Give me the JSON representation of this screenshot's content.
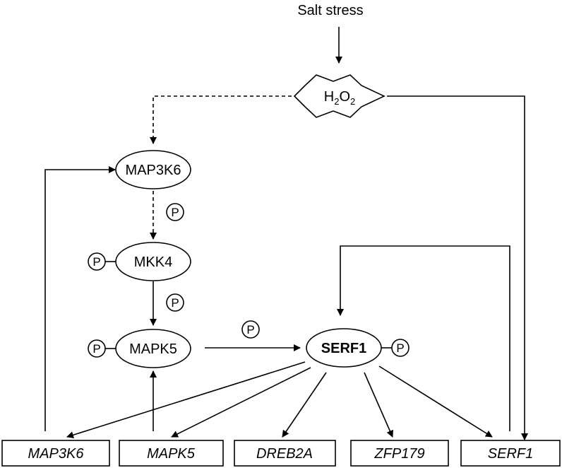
{
  "stimulus": "Salt stress",
  "ros": {
    "main": "H",
    "sub1": "2",
    "mid": "O",
    "sub2": "2"
  },
  "proteins": {
    "map3k6": "MAP3K6",
    "mkk4": "MKK4",
    "mapk5": "MAPK5",
    "serf1": "SERF1"
  },
  "phospho": "P",
  "genes": [
    "MAP3K6",
    "MAPK5",
    "DREB2A",
    "ZFP179",
    "SERF1"
  ]
}
